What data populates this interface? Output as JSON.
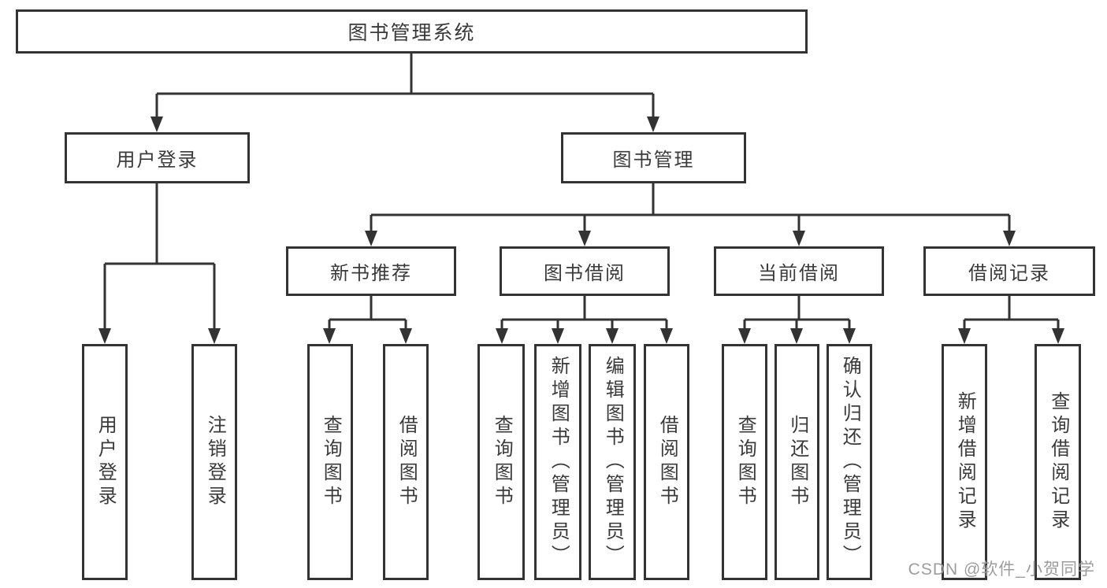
{
  "diagram_title": "图书管理系统",
  "tree": {
    "label": "图书管理系统",
    "children": [
      {
        "label": "用户登录",
        "children": [
          {
            "label": "用户登录"
          },
          {
            "label": "注销登录"
          }
        ]
      },
      {
        "label": "图书管理",
        "children": [
          {
            "label": "新书推荐",
            "children": [
              {
                "label": "查询图书"
              },
              {
                "label": "借阅图书"
              }
            ]
          },
          {
            "label": "图书借阅",
            "children": [
              {
                "label": "查询图书"
              },
              {
                "label": "新增图书（管理员）"
              },
              {
                "label": "编辑图书（管理员）"
              },
              {
                "label": "借阅图书"
              }
            ]
          },
          {
            "label": "当前借阅",
            "children": [
              {
                "label": "查询图书"
              },
              {
                "label": "归还图书"
              },
              {
                "label": "确认归还（管理员）"
              }
            ]
          },
          {
            "label": "借阅记录",
            "children": [
              {
                "label": "新增借阅记录"
              },
              {
                "label": "查询借阅记录"
              }
            ]
          }
        ]
      }
    ]
  },
  "watermark": "CSDN @软件_小贺同学",
  "colors": {
    "line": "#333333",
    "text": "#3a3a3a",
    "watermark": "#9d9d9d",
    "background": "#ffffff"
  }
}
